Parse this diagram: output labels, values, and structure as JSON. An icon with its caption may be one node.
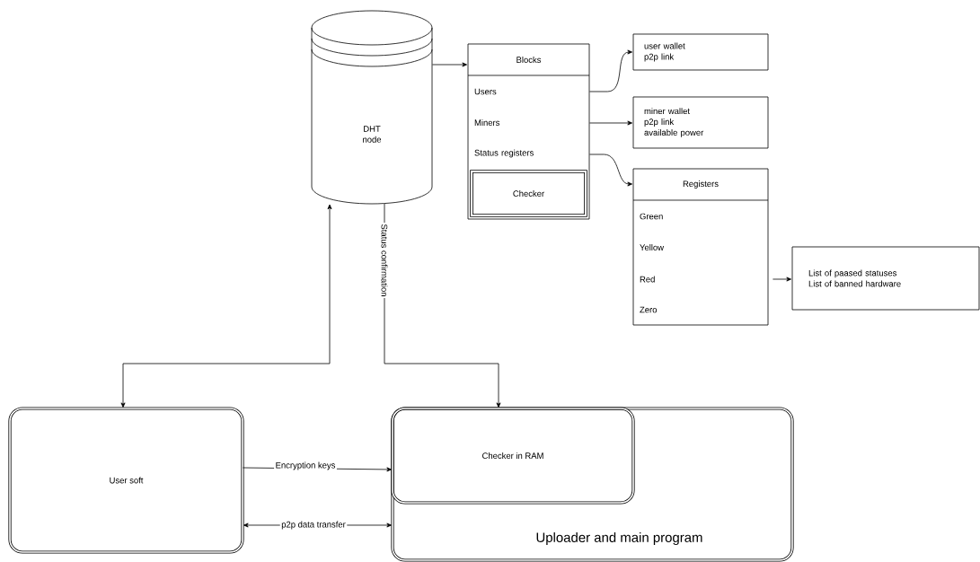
{
  "diagram": {
    "nodes": [
      {
        "text": [
          "DHT node"
        ]
      },
      {
        "text": [
          "Blocks"
        ]
      },
      {
        "text": [
          "Users"
        ],
        "in": 1
      },
      {
        "text": [
          "Miners"
        ],
        "in": 1
      },
      {
        "text": [
          "Status registers"
        ],
        "in": 1
      },
      {
        "text": [
          "Checker"
        ],
        "in": 1
      },
      {
        "text": [
          "user wallet",
          "p2p link"
        ]
      },
      {
        "text": [
          "miner wallet",
          "p2p link",
          "available power"
        ]
      },
      {
        "text": [
          "Registers"
        ]
      },
      {
        "text": [
          "Green"
        ],
        "in": 8
      },
      {
        "text": [
          "Yellow"
        ],
        "in": 8
      },
      {
        "text": [
          "Red"
        ],
        "in": 8
      },
      {
        "text": [
          "Zero"
        ],
        "in": 8
      },
      {
        "text": [
          "List of paased statuses",
          "List of banned hardware"
        ]
      },
      {
        "text": [
          "User soft"
        ]
      },
      {
        "text": [
          "Uploader and main program"
        ]
      },
      {
        "text": [
          "Checker in RAM"
        ],
        "in": 15
      }
    ],
    "edges": [
      {
        "from": 0,
        "to": 1,
        "arrow": "to"
      },
      {
        "from": 1,
        "to": 6,
        "arrow": "to"
      },
      {
        "from": 1,
        "to": 7,
        "arrow": "to"
      },
      {
        "from": 1,
        "to": 8,
        "arrow": "to"
      },
      {
        "from": 8,
        "to": 13,
        "arrow": "to"
      },
      {
        "from": 0,
        "to": 16,
        "arrow": "to",
        "label": "Status confirmation"
      },
      {
        "from": 14,
        "to": 0,
        "arrow": "both"
      },
      {
        "from": 14,
        "to": 16,
        "arrow": "to",
        "label": "Encryption keys"
      },
      {
        "from": 14,
        "to": 15,
        "arrow": "both",
        "label": "p2p data transfer"
      }
    ]
  }
}
